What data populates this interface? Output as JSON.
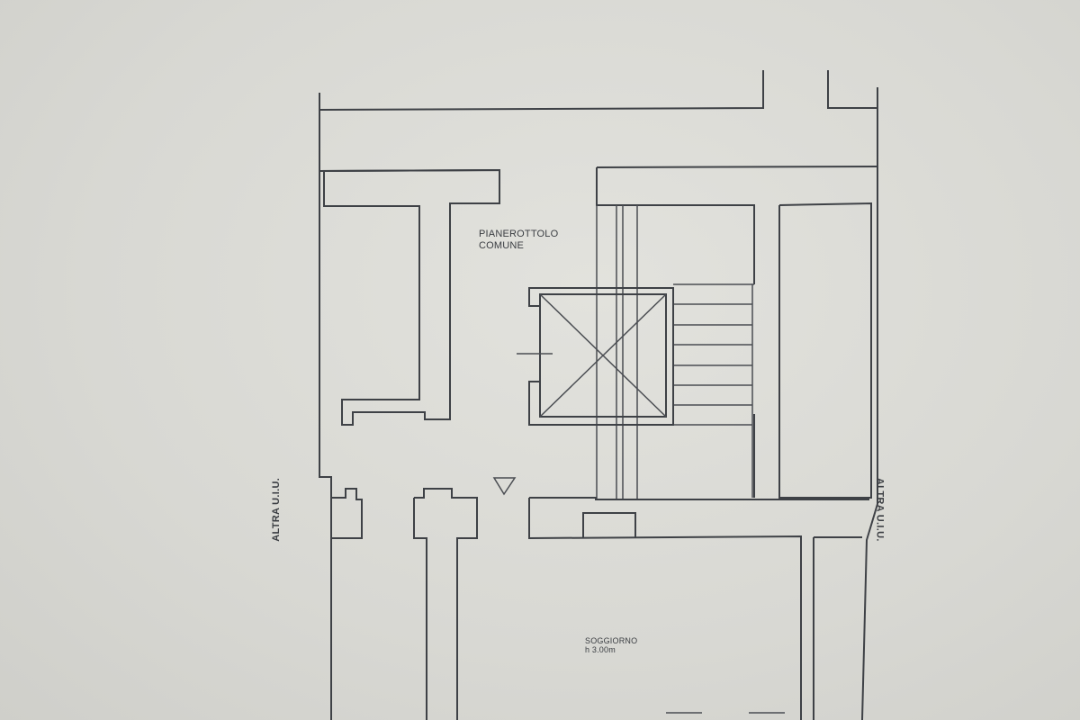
{
  "plan": {
    "landing": {
      "line1": "PIANEROTTOLO",
      "line2": "COMUNE"
    },
    "living_room": {
      "name": "SOGGIORNO",
      "height": "h 3.00m"
    },
    "other_unit_left": "ALTRA U.I.U.",
    "other_unit_right": "ALTRA U.I.U."
  },
  "colors": {
    "line": "#3e4146",
    "paper": "#d9d9d4"
  }
}
